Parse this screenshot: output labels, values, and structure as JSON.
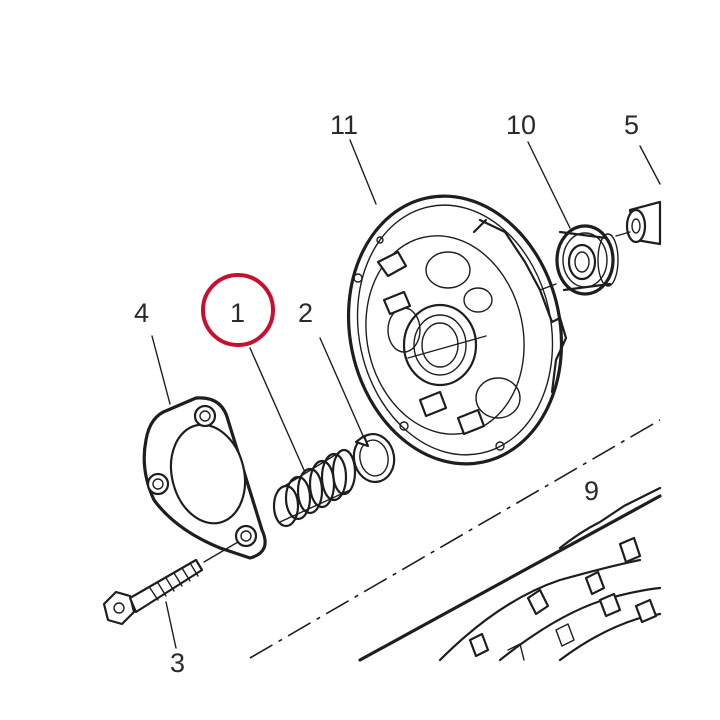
{
  "diagram": {
    "highlight_color": "#c8102e",
    "ink_color": "#1e1e1e",
    "highlighted_part": "1",
    "labels": {
      "p1": "1",
      "p2": "2",
      "p3": "3",
      "p4": "4",
      "p5": "5",
      "p9": "9",
      "p10": "10",
      "p11": "11"
    }
  }
}
